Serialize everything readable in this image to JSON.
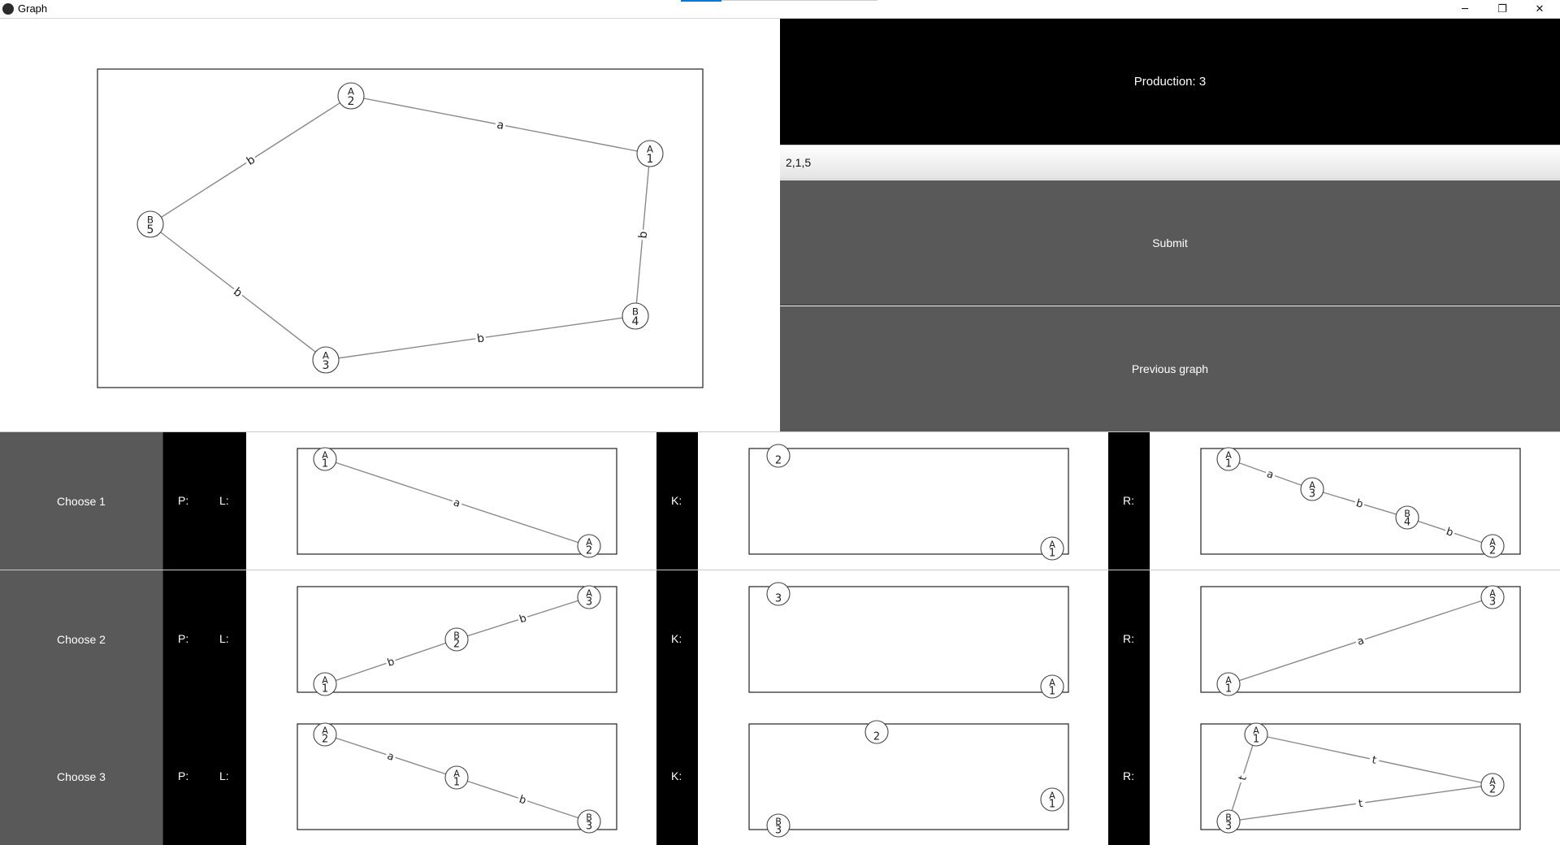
{
  "window": {
    "title": "Graph",
    "controls": {
      "minimize": "─",
      "maximize": "❐",
      "close": "✕"
    }
  },
  "main_graph": {
    "nodes": [
      {
        "id": "n1",
        "type": "A",
        "num": "1"
      },
      {
        "id": "n2",
        "type": "A",
        "num": "2"
      },
      {
        "id": "n3",
        "type": "A",
        "num": "3"
      },
      {
        "id": "n4",
        "type": "B",
        "num": "4"
      },
      {
        "id": "n5",
        "type": "B",
        "num": "5"
      }
    ],
    "edges": [
      {
        "label": "a"
      },
      {
        "label": "b"
      },
      {
        "label": "b"
      },
      {
        "label": "b"
      },
      {
        "label": "b"
      }
    ]
  },
  "controls": {
    "production_label": "Production: 3",
    "production_input": "2,1,5",
    "submit_label": "Submit",
    "previous_graph_label": "Previous graph"
  },
  "productions": [
    {
      "choose_label": "Choose 1",
      "p_label": "P:",
      "l_label": "L:",
      "k_label": "K:",
      "r_label": "R:",
      "L": {
        "nodes": [
          {
            "type": "A",
            "num": "1"
          },
          {
            "type": "A",
            "num": "2"
          }
        ],
        "edges": [
          {
            "label": "a"
          }
        ]
      },
      "K": {
        "nodes": [
          {
            "type": "",
            "num": "2"
          },
          {
            "type": "A",
            "num": "1"
          }
        ],
        "edges": []
      },
      "R": {
        "nodes": [
          {
            "type": "A",
            "num": "1"
          },
          {
            "type": "A",
            "num": "3"
          },
          {
            "type": "B",
            "num": "4"
          },
          {
            "type": "A",
            "num": "2"
          }
        ],
        "edges": [
          {
            "label": "a"
          },
          {
            "label": "b"
          },
          {
            "label": "b"
          }
        ]
      }
    },
    {
      "choose_label": "Choose 2",
      "p_label": "P:",
      "l_label": "L:",
      "k_label": "K:",
      "r_label": "R:",
      "L": {
        "nodes": [
          {
            "type": "A",
            "num": "1"
          },
          {
            "type": "B",
            "num": "2"
          },
          {
            "type": "A",
            "num": "3"
          }
        ],
        "edges": [
          {
            "label": "b"
          },
          {
            "label": "b"
          }
        ]
      },
      "K": {
        "nodes": [
          {
            "type": "",
            "num": "3"
          },
          {
            "type": "A",
            "num": "1"
          }
        ],
        "edges": []
      },
      "R": {
        "nodes": [
          {
            "type": "A",
            "num": "1"
          },
          {
            "type": "A",
            "num": "3"
          }
        ],
        "edges": [
          {
            "label": "a"
          }
        ]
      }
    },
    {
      "choose_label": "Choose 3",
      "p_label": "P:",
      "l_label": "L:",
      "k_label": "K:",
      "r_label": "R:",
      "L": {
        "nodes": [
          {
            "type": "A",
            "num": "2"
          },
          {
            "type": "A",
            "num": "1"
          },
          {
            "type": "B",
            "num": "3"
          }
        ],
        "edges": [
          {
            "label": "a"
          },
          {
            "label": "b"
          }
        ]
      },
      "K": {
        "nodes": [
          {
            "type": "",
            "num": "2"
          },
          {
            "type": "A",
            "num": "1"
          },
          {
            "type": "B",
            "num": "3"
          }
        ],
        "edges": []
      },
      "R": {
        "nodes": [
          {
            "type": "A",
            "num": "1"
          },
          {
            "type": "A",
            "num": "2"
          },
          {
            "type": "B",
            "num": "3"
          }
        ],
        "edges": [
          {
            "label": "t"
          },
          {
            "label": "t"
          },
          {
            "label": "t"
          }
        ]
      }
    }
  ]
}
